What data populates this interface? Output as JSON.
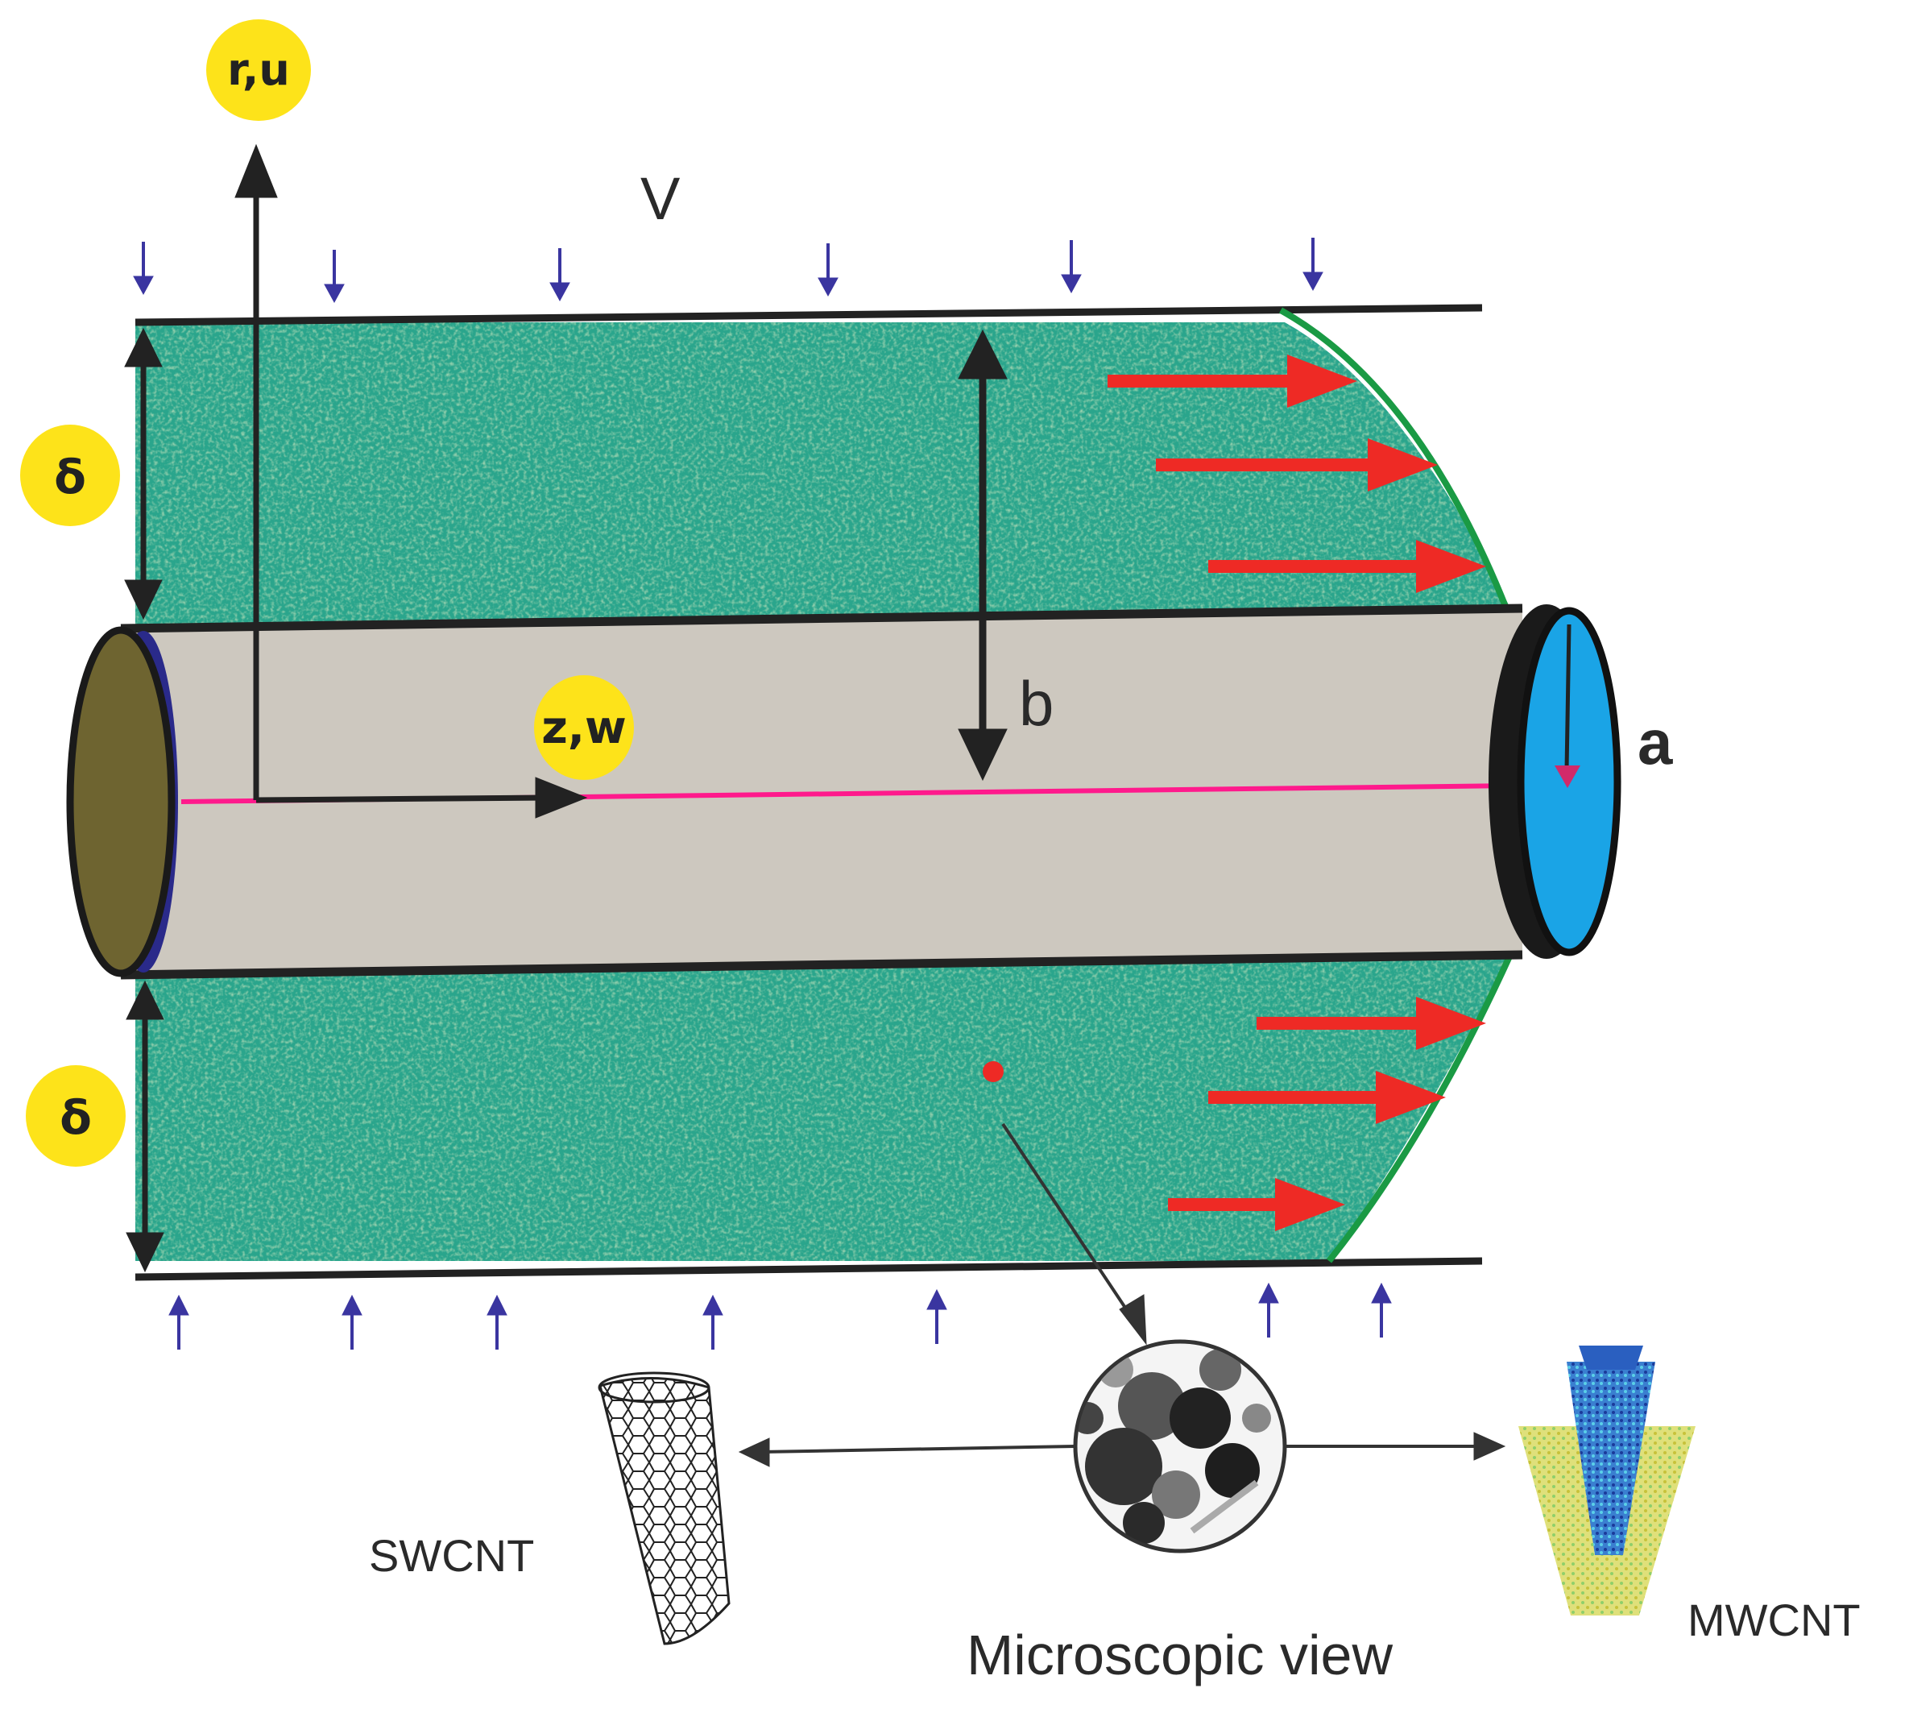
{
  "labels": {
    "r_u": "r,u",
    "z_w": "z,w",
    "v": "V",
    "delta_top": "δ",
    "delta_bottom": "δ",
    "b": "b",
    "a": "a",
    "swcnt": "SWCNT",
    "microscopic_view": "Microscopic view",
    "mwcnt": "MWCNT"
  },
  "colors": {
    "fluid": "#2aa58c",
    "tube_body": "#cdc8bf",
    "left_cap": "#6e6430",
    "right_cap": "#1aa4e6",
    "flow_arrow": "#ee2a25",
    "profile_curve": "#1a9a44",
    "axis_line": "#ff1a8c",
    "suction_arrow": "#3a35a0",
    "badge": "#fde31a"
  }
}
